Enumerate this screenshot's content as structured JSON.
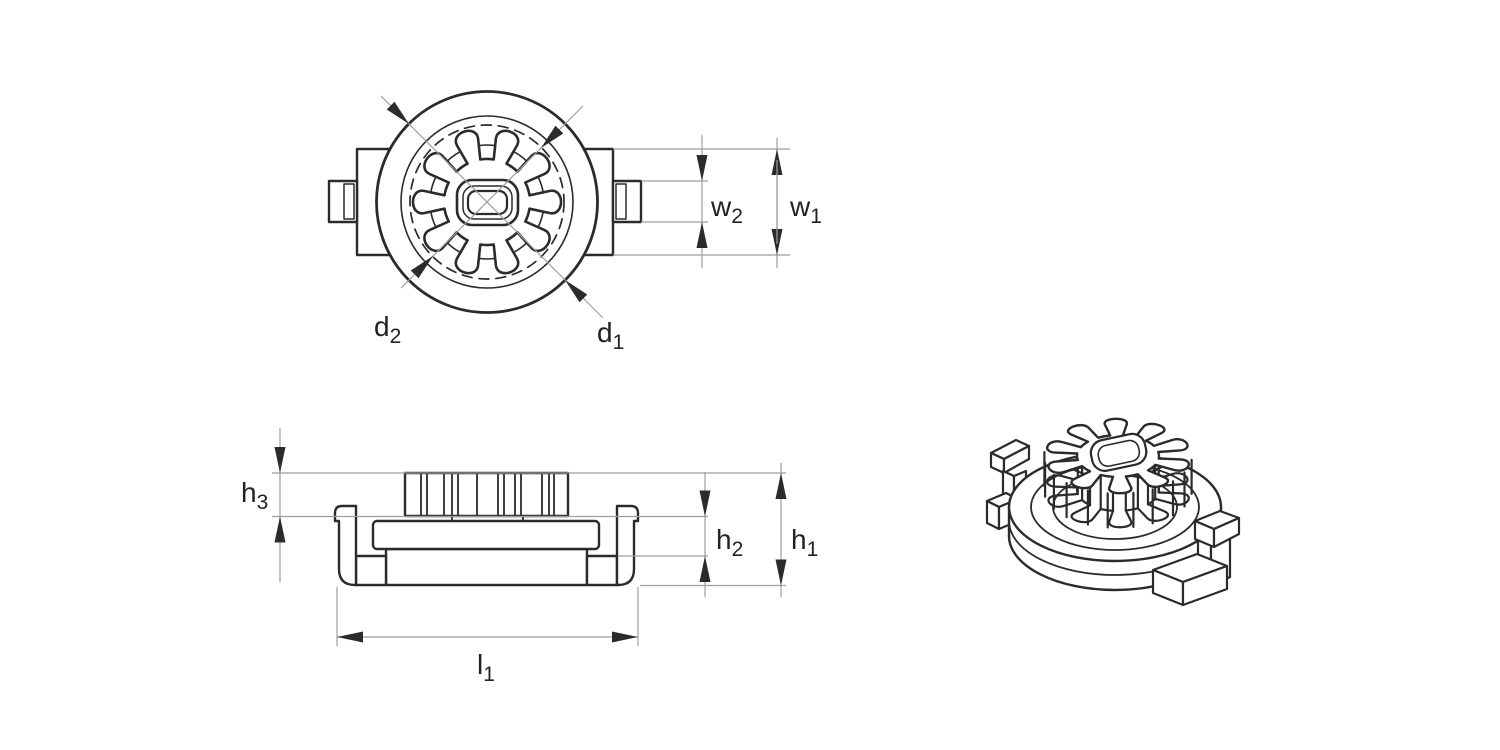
{
  "colors": {
    "background": "#ffffff",
    "line": "#2b2b2b",
    "dimension_lines": "#9e9e9e",
    "text": "#222222"
  },
  "labels": {
    "w1": {
      "base": "w",
      "sub": "1"
    },
    "w2": {
      "base": "w",
      "sub": "2"
    },
    "d1": {
      "base": "d",
      "sub": "1"
    },
    "d2": {
      "base": "d",
      "sub": "2"
    },
    "h1": {
      "base": "h",
      "sub": "1"
    },
    "h2": {
      "base": "h",
      "sub": "2"
    },
    "h3": {
      "base": "h",
      "sub": "3"
    },
    "l1": {
      "base": "l",
      "sub": "1"
    }
  }
}
